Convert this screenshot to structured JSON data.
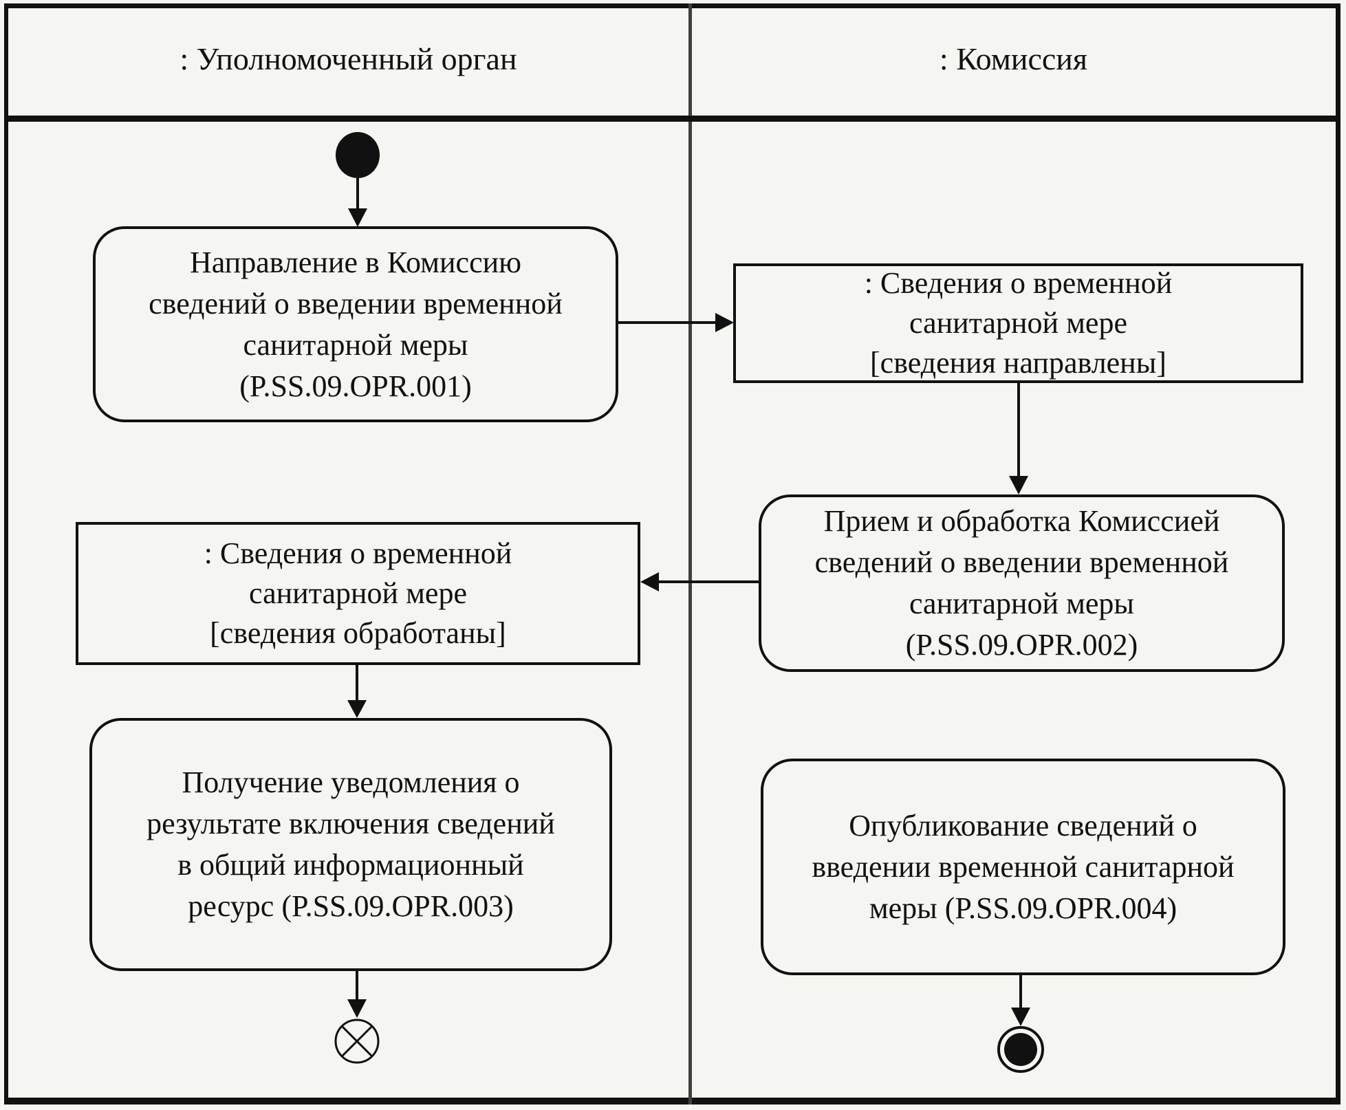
{
  "diagram": {
    "kind": "uml-activity-swimlane-diagram",
    "colors": {
      "background": "#f5f5f1",
      "ink": "#111111",
      "lane_divider": "#3f3f3f"
    },
    "lanes": [
      {
        "title": ": Уполномоченный орган"
      },
      {
        "title": ": Комиссия"
      }
    ],
    "nodes": {
      "initial": {
        "symbol": "initial-node"
      },
      "opr001": {
        "lines": [
          "Направление в Комиссию",
          "сведений о введении временной",
          "санитарной меры",
          "(P.SS.09.OPR.001)"
        ]
      },
      "obj_sent": {
        "lines": [
          ": Сведения о временной",
          "санитарной мере",
          "[сведения направлены]"
        ]
      },
      "opr002": {
        "lines": [
          "Прием и обработка Комиссией",
          "сведений о введении временной",
          "санитарной меры",
          "(P.SS.09.OPR.002)"
        ]
      },
      "obj_processed": {
        "lines": [
          ": Сведения о временной",
          "санитарной мере",
          "[сведения обработаны]"
        ]
      },
      "opr003": {
        "lines": [
          "Получение уведомления о",
          "результате включения сведений",
          "в общий информационный",
          "ресурс (P.SS.09.OPR.003)"
        ]
      },
      "opr004": {
        "lines": [
          "Опубликование сведений о",
          "введении временной санитарной",
          "меры (P.SS.09.OPR.004)"
        ]
      },
      "flow_final": {
        "symbol": "flow-final-node"
      },
      "activity_final": {
        "symbol": "activity-final-node"
      }
    }
  }
}
